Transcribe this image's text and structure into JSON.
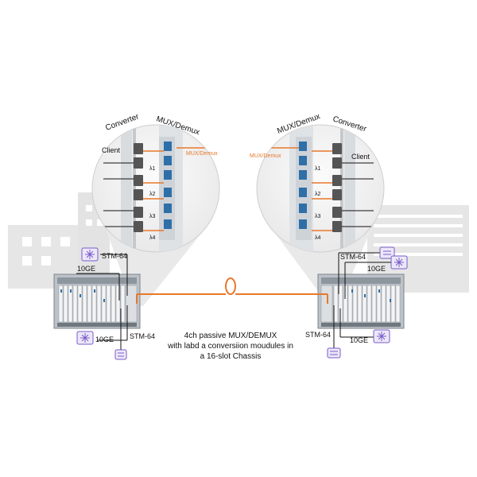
{
  "colors": {
    "fiber": "#e8782a",
    "building": "#e6e6e6",
    "chassis": "#9aa2ab",
    "module_blue": "#2f6fa8",
    "icon_purple": "#7a5bc9"
  },
  "left_zoom": {
    "converter": "Converter",
    "mux": "MUX/Demux",
    "client": "Client",
    "mux_demux_port": "MUX/Demux",
    "channels": [
      "λ1",
      "λ2",
      "λ3",
      "λ4"
    ]
  },
  "right_zoom": {
    "converter": "Converter",
    "mux": "MUX/Demux",
    "client": "Client",
    "mux_demux_port": "MUX/Demux",
    "channels": [
      "λ1",
      "λ2",
      "λ3",
      "λ4"
    ]
  },
  "left_site": {
    "stm_top": "STM-64",
    "ge_top": "10GE",
    "stm_bottom": "STM-64",
    "ge_bottom": "10GE"
  },
  "right_site": {
    "stm_top": "STM-64",
    "ge_top": "10GE",
    "stm_bottom": "STM-64",
    "ge_bottom": "10GE"
  },
  "caption": {
    "line1": "4ch passive MUX/DEMUX",
    "line2": "with labd a conversiion moudules in",
    "line3": "a 16-slot Chassis"
  },
  "icons": {
    "switch": "switch-icon",
    "transceiver": "transceiver-icon",
    "fiber_coil": "fiber-coil-icon"
  }
}
